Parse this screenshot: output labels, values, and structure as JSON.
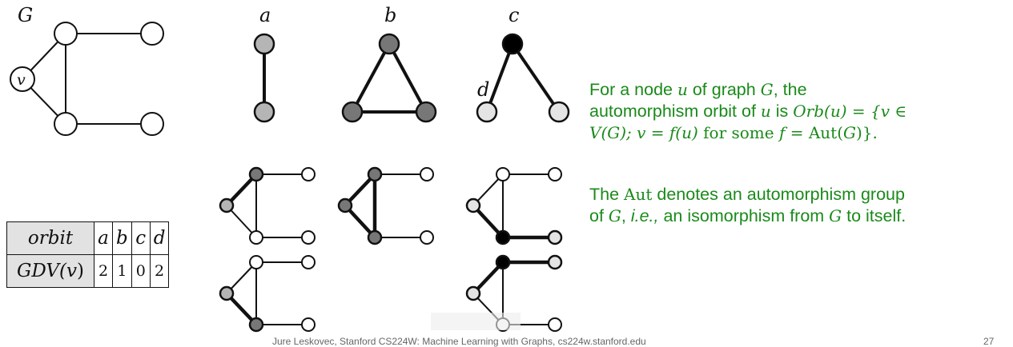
{
  "graph_g": {
    "title": "G",
    "vertex_label": "v"
  },
  "graphlets": {
    "a": "a",
    "b": "b",
    "c": "c",
    "d": "d"
  },
  "orbit_table": {
    "row1_header": "orbit",
    "orbits": [
      "a",
      "b",
      "c",
      "d"
    ],
    "row2_header_prefix": "GDV(",
    "row2_header_var": "v",
    "row2_header_suffix": ")",
    "gdv_values": [
      "2",
      "1",
      "0",
      "2"
    ]
  },
  "definition": {
    "p1": {
      "t1": "For a node ",
      "m1": "u",
      "t2": " of graph ",
      "m2": "G",
      "t3": ", the",
      "t4": "automorphism orbit of ",
      "m3": "u",
      "t5": " is ",
      "m4": "Orb",
      "m5": "(u) = {v ∈",
      "m6": "V(G); v = f(u)",
      "r1": " for some ",
      "m7": "f",
      "r2": " = Aut(",
      "m8": "G",
      "r3": ")}."
    },
    "p2": {
      "t1": "The ",
      "r1": "Aut",
      "t2": " denotes an automorphism group",
      "t3": "of ",
      "m1": "G",
      "t4": ", ",
      "i1": "i.e.,",
      "t5": " an isomorphism from ",
      "m2": "G",
      "t6": " to itself."
    }
  },
  "footer": {
    "text": "Jure Leskovec, Stanford CS224W: Machine Learning with Graphs, cs224w.stanford.edu",
    "page": "27"
  },
  "colors": {
    "definition_text": "#1a8a1a",
    "orbit_a": "#b5b5b5",
    "orbit_b": "#777777",
    "orbit_c": "#000000",
    "orbit_d": "#e4e4e4",
    "table_header": "#e2e2e2"
  }
}
